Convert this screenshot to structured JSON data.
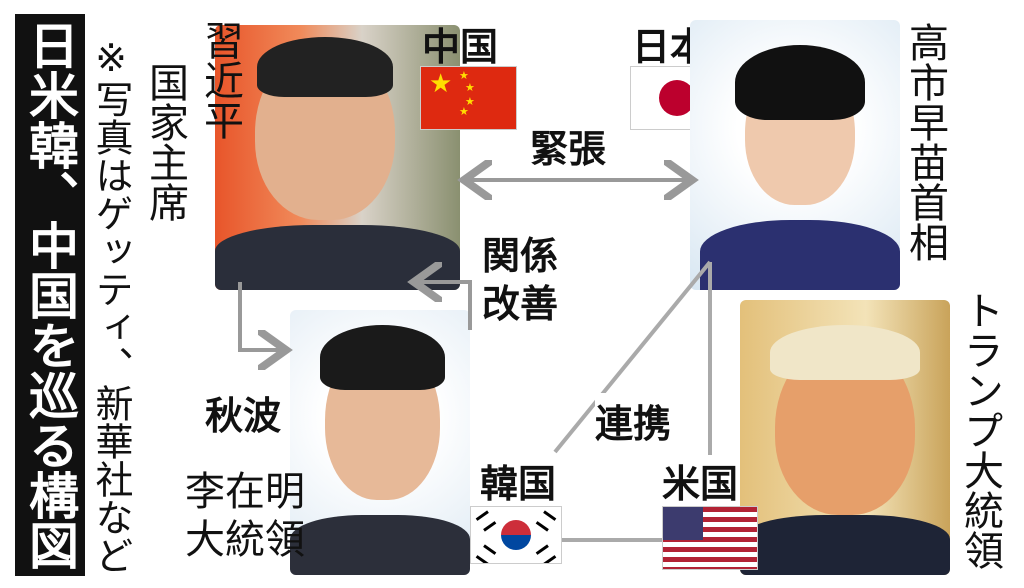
{
  "title": "日米韓、中国を巡る構図",
  "note": "※写真はゲッティ、新華社など",
  "people": {
    "china": {
      "name": "習近平",
      "role": "国家主席",
      "country": "中国"
    },
    "japan": {
      "name": "高市早苗首相",
      "country": "日本"
    },
    "korea": {
      "name_line1": "李在明",
      "name_line2": "大統領",
      "country": "韓国"
    },
    "us": {
      "name": "トランプ大統領",
      "country": "米国"
    }
  },
  "relations": {
    "china_japan": "緊張",
    "korea_china": "関係改善",
    "china_korea": "秋波",
    "japan_us_korea": "連携"
  },
  "colors": {
    "title_bg": "#111111",
    "arrow": "#999999",
    "china_red": "#de2910",
    "korea_blue": "#0047a0",
    "us_red": "#b22234"
  }
}
